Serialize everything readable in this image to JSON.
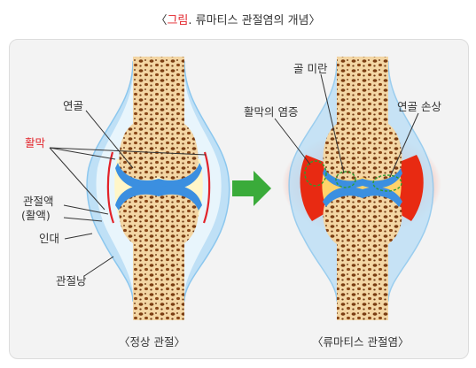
{
  "title": {
    "bracket_open": "〈",
    "accent": "그림",
    "rest": ". 류마티스 관절염의 개념",
    "bracket_close": "〉"
  },
  "labels": {
    "cartilage_left": "연골",
    "synovium": "활막",
    "synovial_fluid_line1": "관절액",
    "synovial_fluid_line2": "(활액)",
    "ligament": "인대",
    "joint_capsule": "관절낭",
    "bone_erosion": "골 미란",
    "synovitis": "활막의 염증",
    "cartilage_damage": "연골 손상"
  },
  "captions": {
    "normal": "〈정상 관절〉",
    "ra": "〈류마티스 관절염〉"
  },
  "colors": {
    "accent": "#e2232a",
    "bone": "#f3d6a4",
    "marrow_hole": "#7a3d12",
    "cartilage": "#3b8fe0",
    "capsule_outer": "#bfe0f6",
    "capsule_inner": "#e8f5fc",
    "synovium": "#e2232a",
    "fluid": "#fff6c8",
    "inflamed": "#e82a12",
    "arrow": "#3aab3a"
  }
}
